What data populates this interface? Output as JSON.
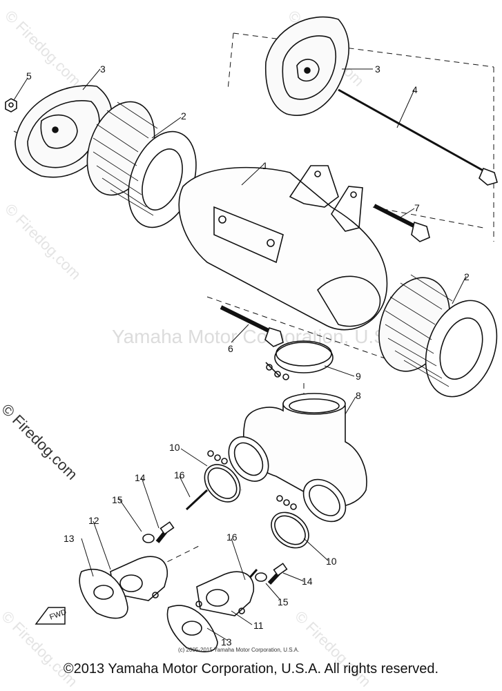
{
  "watermarks": {
    "diagonal": "© Firedog.com",
    "center": "Yamaha Motor Corporation, U.S.A."
  },
  "callouts": [
    "1",
    "2",
    "2",
    "3",
    "3",
    "4",
    "5",
    "6",
    "7",
    "8",
    "9",
    "10",
    "10",
    "11",
    "12",
    "13",
    "13",
    "14",
    "14",
    "15",
    "15",
    "16",
    "16"
  ],
  "fwd_label": "FWD",
  "small_copyright": "(c) 2005-2015 Yamaha Motor Corporation, U.S.A.",
  "footer": "©2013 Yamaha Motor Corporation, U.S.A. All rights reserved."
}
